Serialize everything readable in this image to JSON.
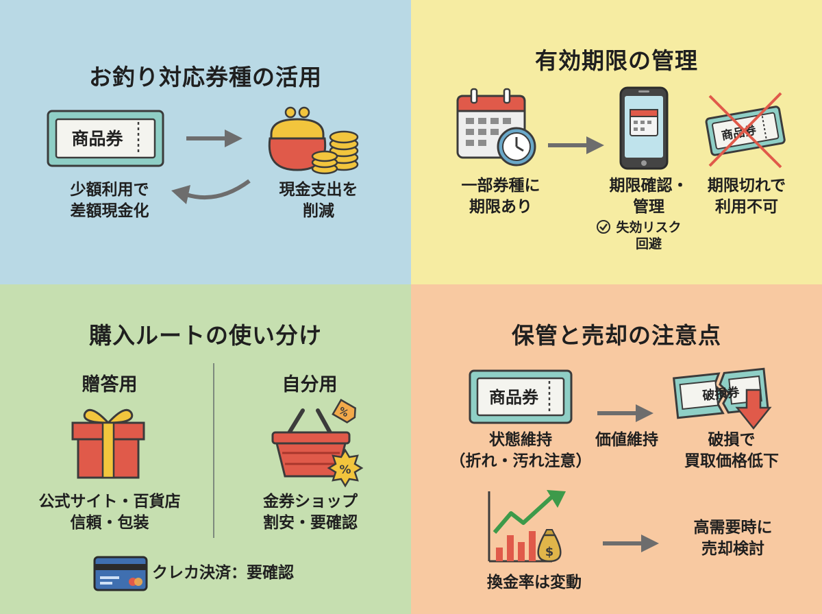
{
  "q1": {
    "title": "お釣り対応券種の活用",
    "ticket_text": "商品券",
    "left_label": [
      "少額利用で",
      "差額現金化"
    ],
    "right_label": [
      "現金支出を",
      "削減"
    ]
  },
  "q2": {
    "title": "有効期限の管理",
    "step1_label": [
      "一部券種に",
      "期限あり"
    ],
    "step2_label": [
      "期限確認・",
      "管理"
    ],
    "step2_note": [
      "失効リスク",
      "回避"
    ],
    "ticket_text": "商品券",
    "step3_label": [
      "期限切れで",
      "利用不可"
    ]
  },
  "q3": {
    "title": "購入ルートの使い分け",
    "gift_heading": "贈答用",
    "self_heading": "自分用",
    "gift_label": [
      "公式サイト・百貨店",
      "信頼・包装"
    ],
    "self_label": [
      "金券ショップ",
      "割安・要確認"
    ],
    "card_label": "クレカ決済：要確認"
  },
  "q4": {
    "title": "保管と売却の注意点",
    "ticket_text": "商品券",
    "arrow_label": "価値維持",
    "damaged_text": "破損券",
    "state_label": [
      "状態維持",
      "（折れ・汚れ注意）"
    ],
    "damage_label": [
      "破損で",
      "買取価格低下"
    ],
    "rate_label": "換金率は変動",
    "sell_label": [
      "高需要時に",
      "売却検討"
    ]
  },
  "colors": {
    "q1_bg": "#b9d9e5",
    "q2_bg": "#f6eca2",
    "q3_bg": "#c6dfb0",
    "q4_bg": "#f8c9a1",
    "teal": "#8fcfc6",
    "red": "#e05a4a",
    "gold": "#f2c53d",
    "gray_arrow": "#6d6d6d"
  }
}
